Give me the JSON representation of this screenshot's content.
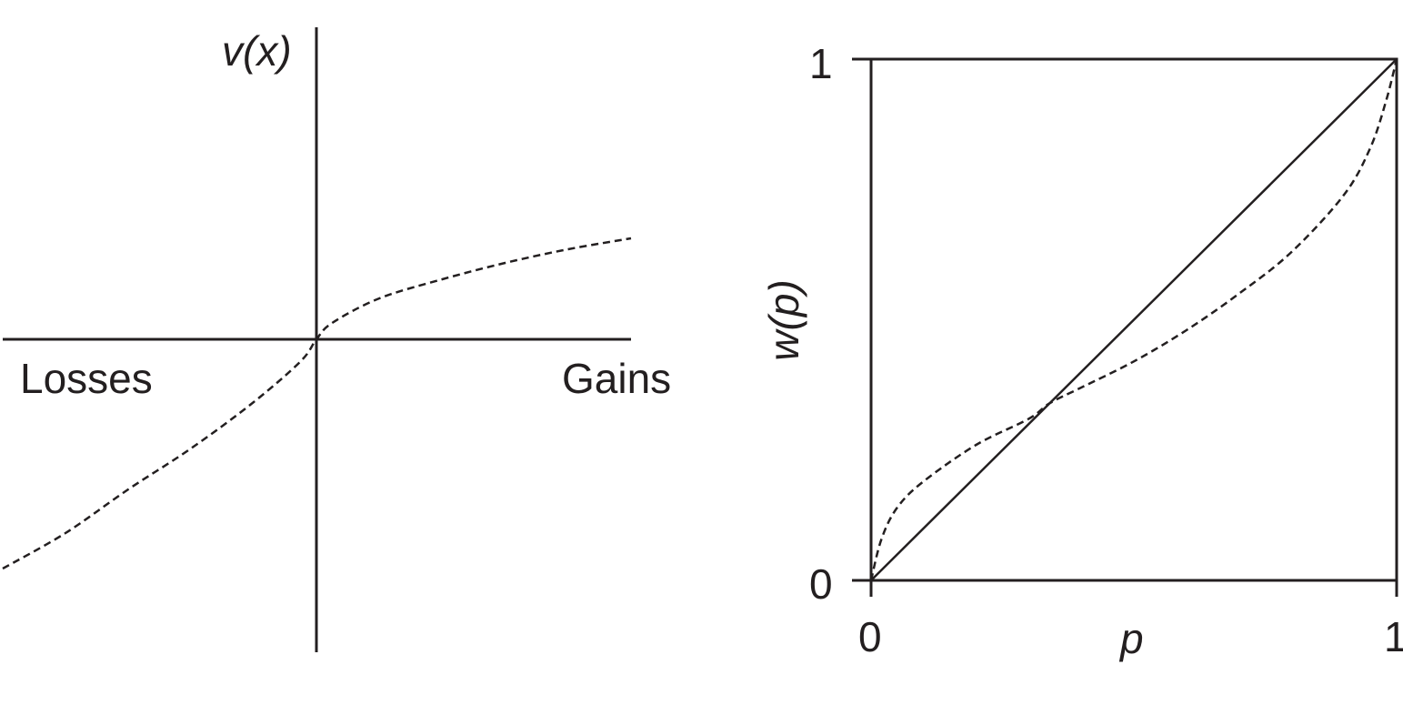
{
  "chart_data": [
    {
      "type": "line",
      "title": "",
      "ylabel": "v(x)",
      "xlabel": "",
      "annotations": [
        "Losses",
        "Gains"
      ],
      "xlim": [
        -1,
        1
      ],
      "ylim": [
        -1,
        1
      ],
      "grid": false,
      "series": [
        {
          "style": "dashed",
          "color": "#231f20",
          "x": [
            -1.0,
            -0.8,
            -0.6,
            -0.4,
            -0.2,
            -0.05,
            0.0,
            0.05,
            0.2,
            0.4,
            0.6,
            0.8,
            1.0
          ],
          "y": [
            -0.84,
            -0.71,
            -0.55,
            -0.4,
            -0.23,
            -0.08,
            0.0,
            0.06,
            0.15,
            0.22,
            0.28,
            0.33,
            0.37
          ]
        }
      ]
    },
    {
      "type": "line",
      "title": "",
      "xlabel": "p",
      "ylabel": "w(p)",
      "xlim": [
        0,
        1
      ],
      "ylim": [
        0,
        1
      ],
      "xticks": [
        "0",
        "1"
      ],
      "yticks": [
        "0",
        "1"
      ],
      "grid": false,
      "series": [
        {
          "style": "solid",
          "color": "#231f20",
          "x": [
            0,
            1
          ],
          "y": [
            0,
            1
          ]
        },
        {
          "style": "dashed",
          "color": "#231f20",
          "x": [
            0.0,
            0.02,
            0.05,
            0.1,
            0.2,
            0.3,
            0.34,
            0.4,
            0.5,
            0.6,
            0.7,
            0.8,
            0.9,
            0.95,
            0.98,
            1.0
          ],
          "y": [
            0.0,
            0.08,
            0.14,
            0.19,
            0.26,
            0.31,
            0.34,
            0.37,
            0.42,
            0.48,
            0.55,
            0.63,
            0.74,
            0.83,
            0.92,
            1.0
          ]
        }
      ]
    }
  ]
}
